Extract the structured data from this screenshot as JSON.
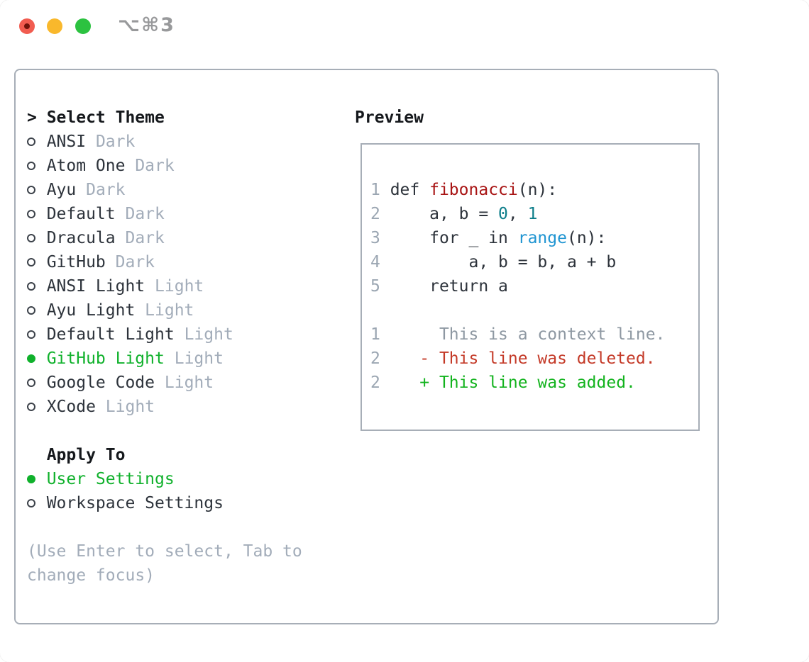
{
  "window": {
    "title": "⌥⌘3",
    "buttons": {
      "close": "close-button",
      "minimize": "minimize-button",
      "zoom": "zoom-button"
    },
    "close_has_unsaved_dot": true
  },
  "icons": {
    "radio_selected": "filled-circle",
    "radio_unselected": "hollow-circle"
  },
  "colors": {
    "accent_green": "#10b12c",
    "diff_added": "#13b31e",
    "diff_deleted": "#c43a28",
    "diff_context": "#8e98a2",
    "function_red": "#a81414",
    "number_teal": "#0d7e8a",
    "builtin_blue": "#2095d2",
    "muted_gray": "#a2acb9",
    "text_dark": "#2d333b",
    "panel_border": "#a7aeb7",
    "traffic_red": "#f15c50",
    "traffic_yellow": "#f9b82c",
    "traffic_green": "#2cc240"
  },
  "theme_panel": {
    "header": {
      "prefix": ">",
      "label": "Select Theme"
    },
    "themes": [
      {
        "name": "ANSI",
        "tag": "Dark",
        "selected": false
      },
      {
        "name": "Atom One",
        "tag": "Dark",
        "selected": false
      },
      {
        "name": "Ayu",
        "tag": "Dark",
        "selected": false
      },
      {
        "name": "Default",
        "tag": "Dark",
        "selected": false
      },
      {
        "name": "Dracula",
        "tag": "Dark",
        "selected": false
      },
      {
        "name": "GitHub",
        "tag": "Dark",
        "selected": false
      },
      {
        "name": "ANSI Light",
        "tag": "Light",
        "selected": false
      },
      {
        "name": "Ayu Light",
        "tag": "Light",
        "selected": false
      },
      {
        "name": "Default Light",
        "tag": "Light",
        "selected": false
      },
      {
        "name": "GitHub Light",
        "tag": "Light",
        "selected": true
      },
      {
        "name": "Google Code",
        "tag": "Light",
        "selected": false
      },
      {
        "name": "XCode",
        "tag": "Light",
        "selected": false
      }
    ],
    "apply_to": {
      "label": "Apply To",
      "options": [
        {
          "name": "User Settings",
          "selected": true
        },
        {
          "name": "Workspace Settings",
          "selected": false
        }
      ]
    },
    "help": "(Use Enter to select, Tab to change focus)"
  },
  "preview": {
    "title": "Preview",
    "lines": [
      [
        {
          "t": "1",
          "c": "ln"
        },
        {
          "t": " def ",
          "c": "plain"
        },
        {
          "t": "fibonacci",
          "c": "fn"
        },
        {
          "t": "(n):",
          "c": "plain"
        }
      ],
      [
        {
          "t": "2",
          "c": "ln"
        },
        {
          "t": "     a, b = ",
          "c": "plain"
        },
        {
          "t": "0",
          "c": "num"
        },
        {
          "t": ", ",
          "c": "plain"
        },
        {
          "t": "1",
          "c": "num"
        }
      ],
      [
        {
          "t": "3",
          "c": "ln"
        },
        {
          "t": "     for _ in ",
          "c": "plain"
        },
        {
          "t": "range",
          "c": "blue"
        },
        {
          "t": "(n):",
          "c": "plain"
        }
      ],
      [
        {
          "t": "4",
          "c": "ln"
        },
        {
          "t": "         a, b = b, a + b",
          "c": "plain"
        }
      ],
      [
        {
          "t": "5",
          "c": "ln"
        },
        {
          "t": "     return a",
          "c": "plain"
        }
      ],
      [],
      [
        {
          "t": "1",
          "c": "ln"
        },
        {
          "t": "      This is a context line.",
          "c": "ctx"
        }
      ],
      [
        {
          "t": "2",
          "c": "ln"
        },
        {
          "t": "    - This line was deleted.",
          "c": "del"
        }
      ],
      [
        {
          "t": "2",
          "c": "ln"
        },
        {
          "t": "    + This line was added.",
          "c": "add"
        }
      ]
    ]
  }
}
